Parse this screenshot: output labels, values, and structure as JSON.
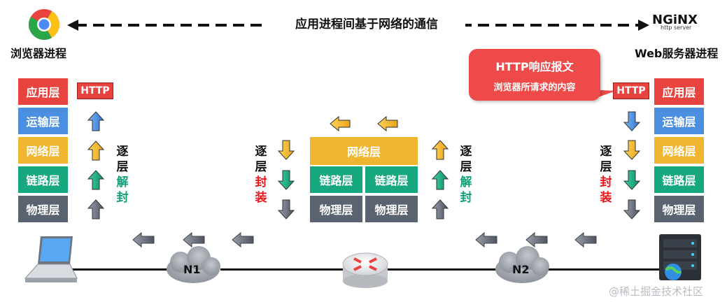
{
  "top": {
    "center_label": "应用进程间基于网络的通信",
    "left_label": "浏览器进程",
    "right_label": "Web服务器进程"
  },
  "icons": {
    "browser": "chrome-logo",
    "server_logo": "nginx-logo",
    "server_logo_text": "NGiNX",
    "server_logo_sub": "http server",
    "client": "laptop-icon",
    "server": "server-rack-icon",
    "router": "router-icon"
  },
  "layers": {
    "app": "应用层",
    "transport": "运输层",
    "network": "网络层",
    "link": "链路层",
    "physical": "物理层"
  },
  "http_tag": "HTTP",
  "bubble": {
    "line1": "HTTP响应报文",
    "line2": "浏览器所请求的内容"
  },
  "steps": {
    "encap": [
      "逐",
      "层",
      "封",
      "装"
    ],
    "decap": [
      "逐",
      "层",
      "解",
      "封"
    ]
  },
  "clouds": {
    "n1": "N1",
    "n2": "N2"
  },
  "colors": {
    "app": "#e8433f",
    "transport": "#4b8fe0",
    "network": "#f1b62f",
    "link": "#17a87f",
    "physical": "#5b6270",
    "encap_text": "#e8161b",
    "decap_text": "#12a07a"
  },
  "watermark": "@稀土掘金技术社区"
}
